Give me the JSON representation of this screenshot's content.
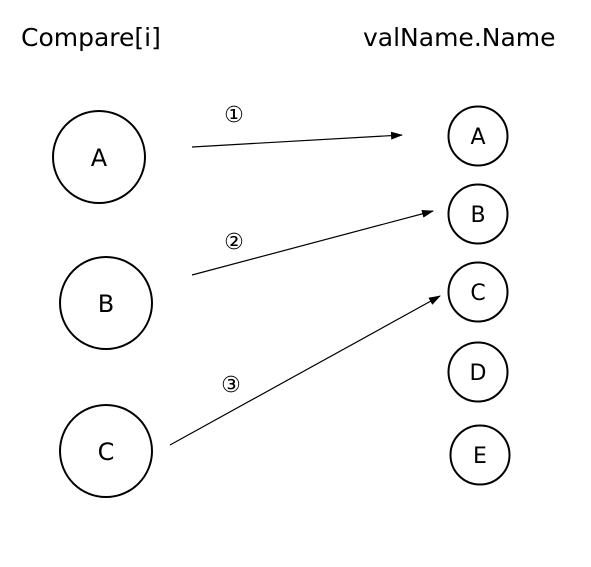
{
  "headers": {
    "left": "Compare[i]",
    "right": "valName.Name"
  },
  "left_nodes": [
    {
      "label": "A"
    },
    {
      "label": "B"
    },
    {
      "label": "C"
    }
  ],
  "right_nodes": [
    {
      "label": "A"
    },
    {
      "label": "B"
    },
    {
      "label": "C"
    },
    {
      "label": "D"
    },
    {
      "label": "E"
    }
  ],
  "arrows": [
    {
      "number": "①",
      "from": "A",
      "to": "A"
    },
    {
      "number": "②",
      "from": "B",
      "to": "B"
    },
    {
      "number": "③",
      "from": "C",
      "to": "C"
    }
  ],
  "colors": {
    "line": "#000000",
    "background": "#ffffff"
  }
}
